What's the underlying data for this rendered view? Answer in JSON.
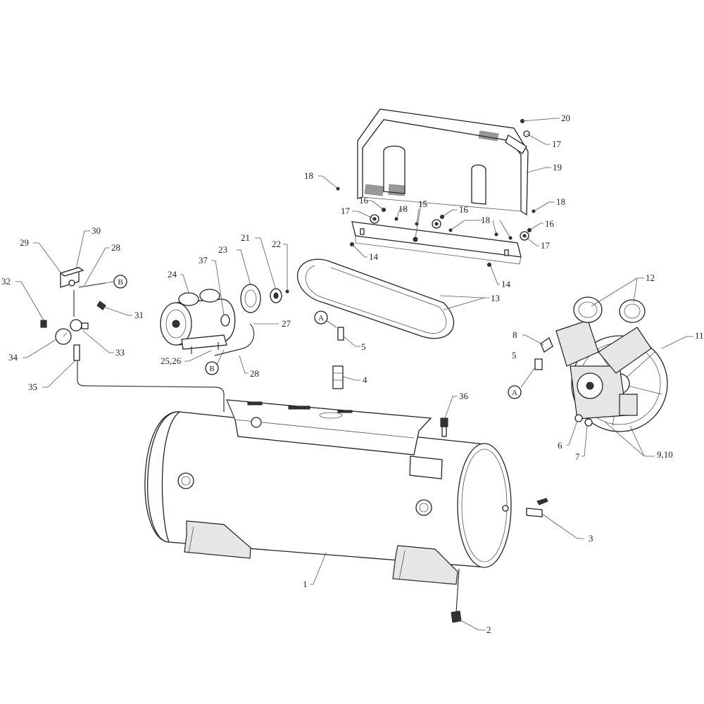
{
  "diagram": {
    "labels": {
      "l1": "1",
      "l2": "2",
      "l3": "3",
      "l4": "4",
      "l5a": "5",
      "l5b": "5",
      "l6": "6",
      "l7": "7",
      "l8": "8",
      "l9_10": "9,10",
      "l11": "11",
      "l12": "12",
      "l13": "13",
      "l14a": "14",
      "l14b": "14",
      "l15": "15",
      "l16a": "16",
      "l16b": "16",
      "l16c": "16",
      "l17a": "17",
      "l17b": "17",
      "l17c": "17",
      "l18a": "18",
      "l18b": "18",
      "l18c": "18",
      "l18d": "18",
      "l19": "19",
      "l20": "20",
      "l21": "21",
      "l22": "22",
      "l23": "23",
      "l24": "24",
      "l25_26": "25,26",
      "l27": "27",
      "l28a": "28",
      "l28b": "28",
      "l29": "29",
      "l30": "30",
      "l31": "31",
      "l32": "32",
      "l33": "33",
      "l34": "34",
      "l35": "35",
      "l36": "36",
      "l37": "37"
    },
    "connectors": {
      "a1": "A",
      "a2": "A",
      "b1": "B",
      "b2": "B"
    }
  }
}
